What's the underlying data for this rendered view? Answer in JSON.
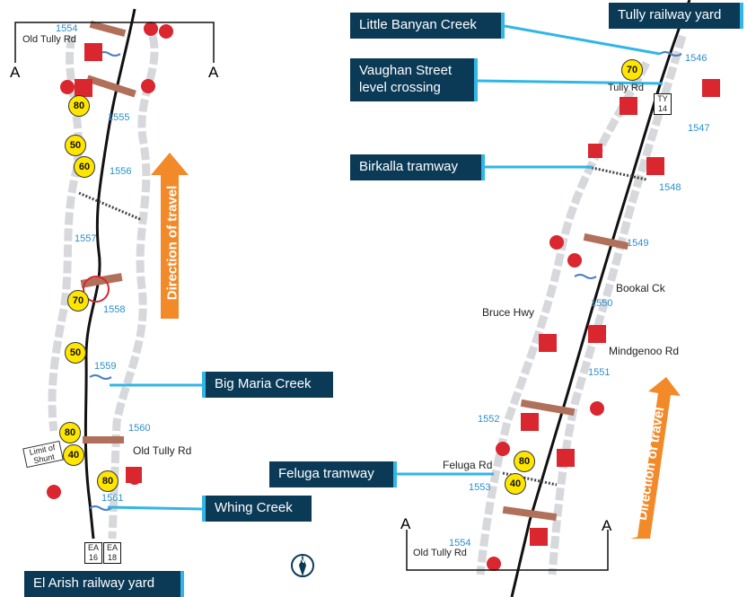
{
  "callouts": {
    "tully_yard": "Tully railway yard",
    "little_banyan": "Little Banyan Creek",
    "vaughan": "Vaughan Street level crossing",
    "birkalla": "Birkalla tramway",
    "big_maria": "Big Maria Creek",
    "feluga_tramway": "Feluga tramway",
    "whing": "Whing Creek",
    "el_arish_yard": "El Arish railway yard"
  },
  "section_marker": "A",
  "direction_label": "Direction of travel",
  "left": {
    "roads": {
      "old_tully_top": "Old Tully Rd",
      "old_tully_bottom": "Old Tully Rd"
    },
    "limit_of_shunt": "Limit of Shunt",
    "km": [
      "1554",
      "1555",
      "1556",
      "1557",
      "1558",
      "1559",
      "1560",
      "1561"
    ],
    "speeds": [
      "80",
      "50",
      "60",
      "70",
      "50",
      "80",
      "40",
      "80"
    ],
    "boards": [
      "EA 16",
      "EA 18"
    ]
  },
  "right": {
    "roads": {
      "tully_rd": "Tully Rd",
      "bookal": "Bookal Ck",
      "bruce": "Bruce Hwy",
      "mindgenoo": "Mindgenoo Rd",
      "feluga": "Feluga Rd",
      "old_tully": "Old Tully Rd"
    },
    "km": [
      "1546",
      "1547",
      "1548",
      "1549",
      "1550",
      "1551",
      "1552",
      "1553",
      "1554"
    ],
    "speeds": [
      "70",
      "80",
      "40"
    ],
    "board": "TY 14"
  },
  "compass": "N",
  "colors": {
    "track": "#111111",
    "corridor": "#d6d8dc",
    "callout_bg": "#0b3a57",
    "callout_accent": "#31b6e6",
    "direction": "#f28a2a",
    "speed_sign": "#ffe600",
    "km_text": "#2a8fd0"
  }
}
